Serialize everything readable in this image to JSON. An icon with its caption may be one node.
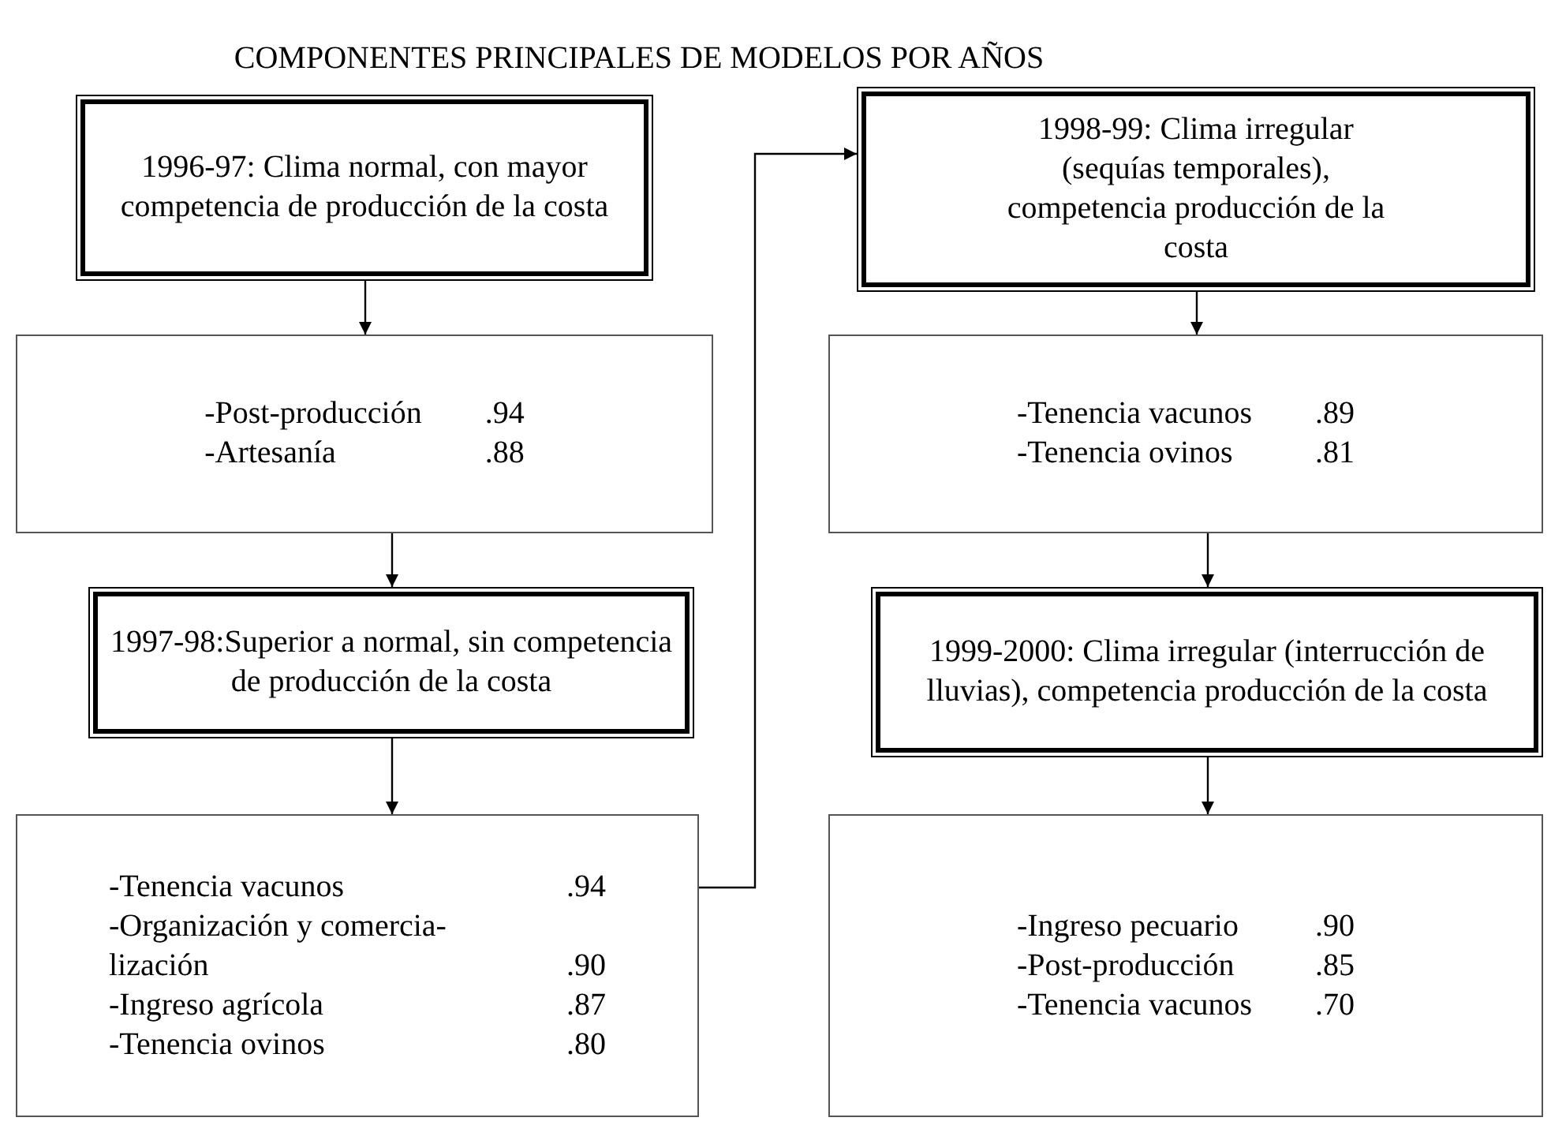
{
  "diagram": {
    "title": "COMPONENTES PRINCIPALES DE MODELOS POR AÑOS",
    "nodes": [
      {
        "text": [
          "1996-97: Clima normal, con mayor competencia de producción de la costa"
        ]
      },
      {
        "text": [
          "-Post-producción",
          ".94",
          "-Artesanía",
          ".88"
        ]
      },
      {
        "text": [
          "1997-98:Superior a normal, sin competencia de producción de la costa"
        ]
      },
      {
        "text": [
          "-Tenencia vacunos",
          ".94",
          "-Organización y comercia- lización",
          ".90",
          "-Ingreso agrícola",
          ".87",
          "-Tenencia ovinos",
          ".80"
        ]
      },
      {
        "text": [
          "1998-99: Clima irregular (sequías temporales), competencia producción de la costa"
        ]
      },
      {
        "text": [
          "-Tenencia vacunos",
          ".89",
          "-Tenencia ovinos",
          ".81"
        ]
      },
      {
        "text": [
          "1999-2000: Clima irregular (interrucción de lluvias), competencia producción de la costa"
        ]
      },
      {
        "text": [
          "-Ingreso pecuario",
          ".90",
          "-Post-producción",
          ".85",
          "-Tenencia vacunos",
          ".70"
        ]
      }
    ],
    "edges": [
      {
        "from": 0,
        "to": 1,
        "arrow": "to"
      },
      {
        "from": 1,
        "to": 2,
        "arrow": "to"
      },
      {
        "from": 2,
        "to": 3,
        "arrow": "to"
      },
      {
        "from": 3,
        "to": 4,
        "arrow": "to"
      },
      {
        "from": 4,
        "to": 5,
        "arrow": "to"
      },
      {
        "from": 5,
        "to": 6,
        "arrow": "to"
      },
      {
        "from": 6,
        "to": 7,
        "arrow": "to"
      }
    ]
  }
}
